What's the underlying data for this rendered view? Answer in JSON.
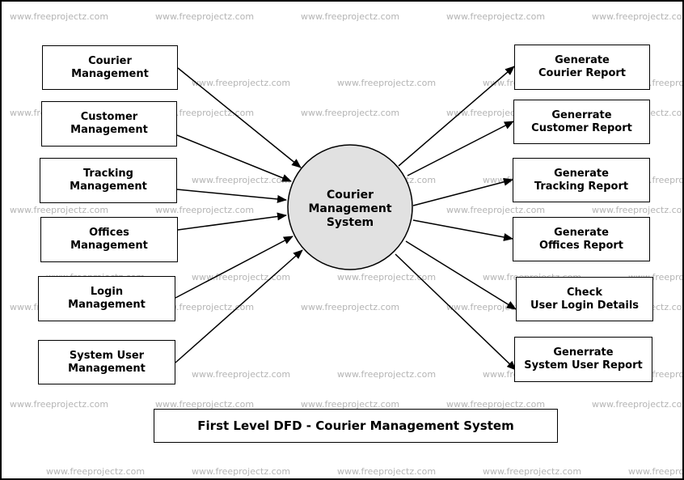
{
  "watermark": "www.freeprojectz.com",
  "center_process": {
    "label": "Courier\nManagement\nSystem",
    "fill": "#e1e1e1"
  },
  "inputs": [
    {
      "label": "Courier\nManagement"
    },
    {
      "label": "Customer\nManagement"
    },
    {
      "label": "Tracking\nManagement"
    },
    {
      "label": "Offices\nManagement"
    },
    {
      "label": "Login\nManagement"
    },
    {
      "label": "System User\nManagement"
    }
  ],
  "outputs": [
    {
      "label": "Generate\nCourier Report"
    },
    {
      "label": "Generrate\nCustomer Report"
    },
    {
      "label": "Generate\nTracking Report"
    },
    {
      "label": "Generate\nOffices Report"
    },
    {
      "label": "Check\nUser Login Details"
    },
    {
      "label": "Generrate\nSystem User Report"
    }
  ],
  "caption": "First Level DFD - Courier Management System"
}
